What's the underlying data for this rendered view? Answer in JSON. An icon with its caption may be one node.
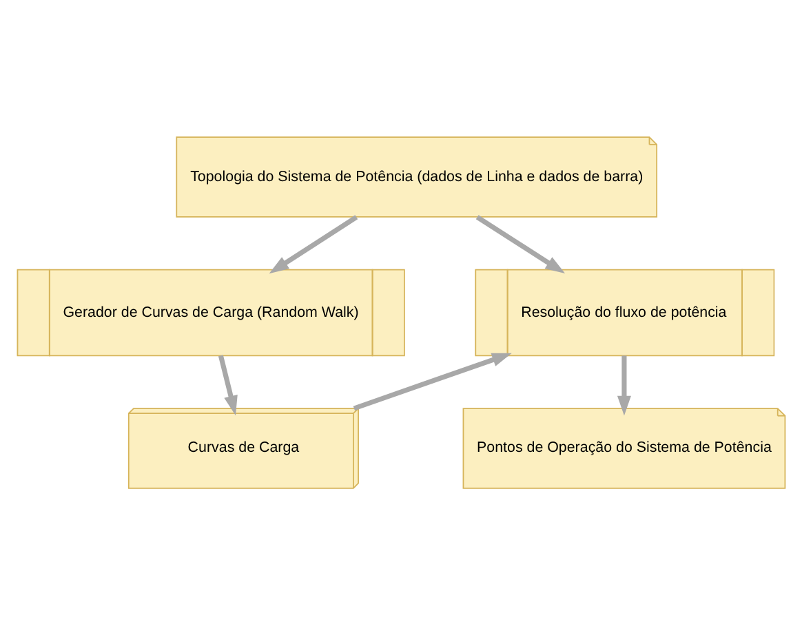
{
  "diagram": {
    "nodes": [
      {
        "text": [
          "Topologia do Sistema de Potência (dados de Linha e dados de barra)"
        ]
      },
      {
        "text": [
          "Gerador de Curvas de Carga (Random Walk)"
        ]
      },
      {
        "text": [
          "Curvas de Carga"
        ]
      },
      {
        "text": [
          "Resolução do fluxo de potência"
        ]
      },
      {
        "text": [
          "Pontos de Operação do Sistema de Potência"
        ]
      }
    ],
    "edges": [
      {
        "from": 0,
        "to": 1,
        "arrow": "to"
      },
      {
        "from": 1,
        "to": 2,
        "arrow": "to"
      },
      {
        "from": 0,
        "to": 3,
        "arrow": "to"
      },
      {
        "from": 2,
        "to": 3,
        "arrow": "to"
      },
      {
        "from": 3,
        "to": 4,
        "arrow": "to"
      }
    ]
  }
}
